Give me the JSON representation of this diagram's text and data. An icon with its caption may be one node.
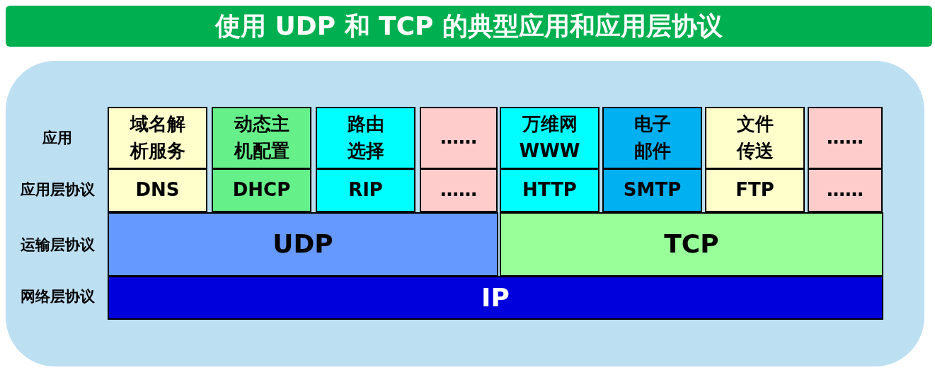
{
  "diagram": {
    "title": "使用 UDP 和 TCP 的典型应用和应用层协议",
    "nodes": [
      {
        "text": [
          "域名解析服务"
        ]
      },
      {
        "text": [
          "动态主机配置"
        ]
      },
      {
        "text": [
          "路由选择"
        ]
      },
      {
        "text": [
          "……"
        ]
      },
      {
        "text": [
          "万维网 WWW"
        ]
      },
      {
        "text": [
          "电子邮件"
        ]
      },
      {
        "text": [
          "文件传送"
        ]
      },
      {
        "text": [
          "……"
        ]
      },
      {
        "text": [
          "DNS"
        ]
      },
      {
        "text": [
          "DHCP"
        ]
      },
      {
        "text": [
          "RIP"
        ]
      },
      {
        "text": [
          "……"
        ]
      },
      {
        "text": [
          "HTTP"
        ]
      },
      {
        "text": [
          "SMTP"
        ]
      },
      {
        "text": [
          "FTP"
        ]
      },
      {
        "text": [
          "……"
        ]
      },
      {
        "text": [
          "UDP"
        ]
      },
      {
        "text": [
          "TCP"
        ]
      },
      {
        "text": [
          "IP"
        ]
      }
    ],
    "labels": [
      "应用",
      "应用层协议",
      "运输层协议",
      "网络层协议"
    ]
  }
}
